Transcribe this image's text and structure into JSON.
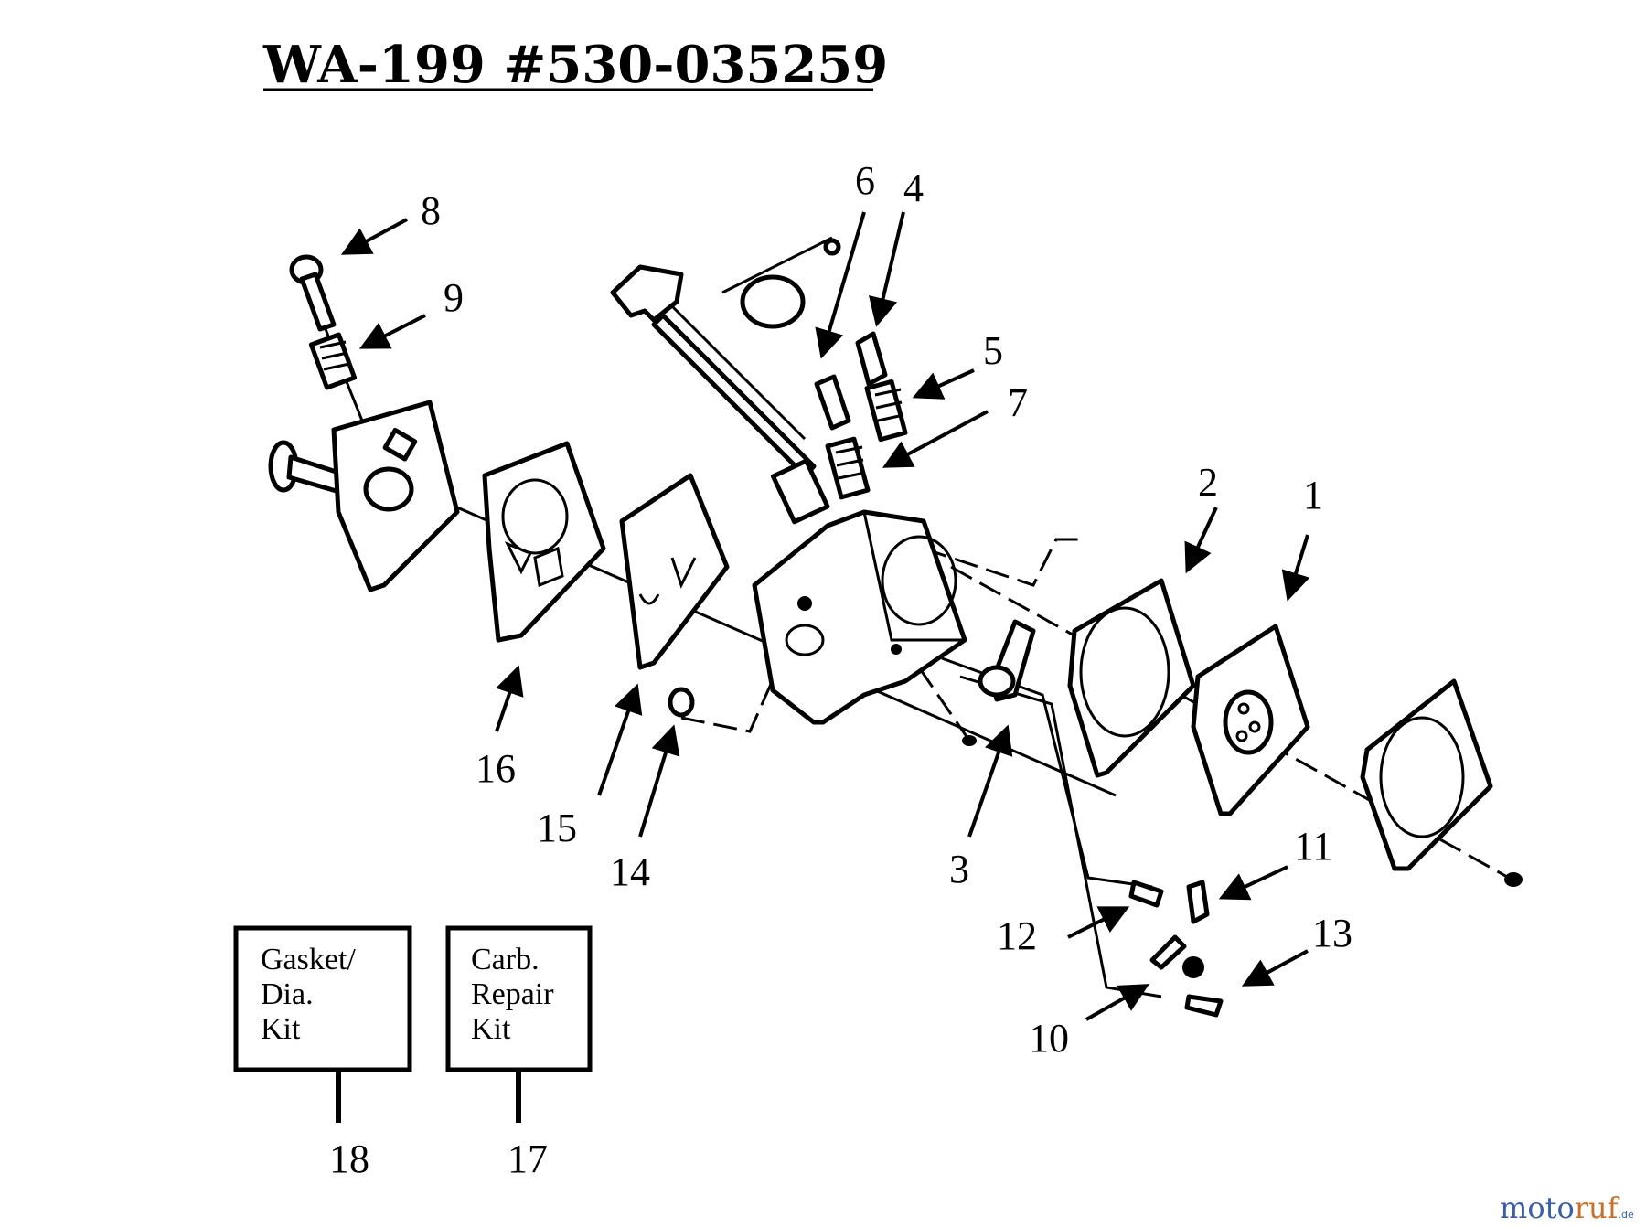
{
  "title": "WA-199 #530-035259",
  "callouts": {
    "1": "1",
    "2": "2",
    "3": "3",
    "4": "4",
    "5": "5",
    "6": "6",
    "7": "7",
    "8": "8",
    "9": "9",
    "10": "10",
    "11": "11",
    "12": "12",
    "13": "13",
    "14": "14",
    "15": "15",
    "16": "16",
    "17": "17",
    "18": "18"
  },
  "kits": {
    "gasket": [
      "Gasket/",
      "Dia.",
      "Kit"
    ],
    "carb": [
      "Carb.",
      "Repair",
      "Kit"
    ]
  },
  "watermark": {
    "part1": "moto",
    "part2": "ruf",
    "part3": ".de"
  },
  "colors": {
    "ink": "#000000",
    "background": "#ffffff",
    "watermark_blue": "#3a5fa8",
    "watermark_orange": "#c8702a"
  }
}
